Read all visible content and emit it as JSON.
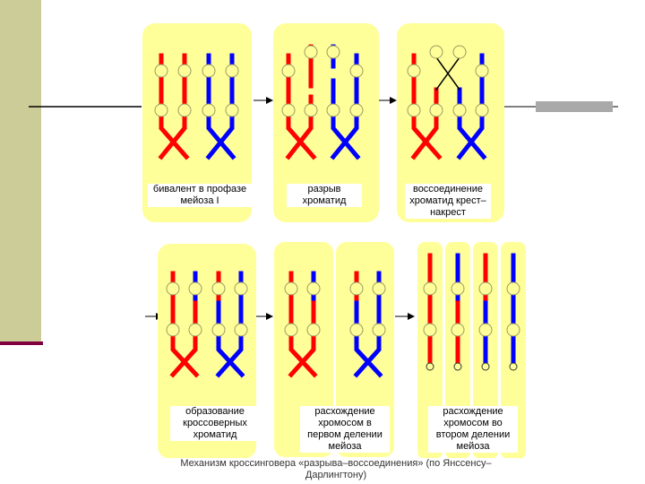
{
  "captions": {
    "bivalent": "бивалент в профазе мейоза I",
    "break": "разрыв хроматид",
    "rejoin": "воссоединение хроматид крест–накрест",
    "crossover": "образование кроссоверных хроматид",
    "meiosis1": "расхождение хромосом в первом делении мейоза",
    "meiosis2": "расхождение хромосом во втором делении мейоза"
  },
  "title": "Механизм кроссинговера «разрыва–воссоединения» (по Янссенсу–Дарлингтону)",
  "colors": {
    "panel": "#ffff99",
    "paternal": "#ff0000",
    "maternal": "#0000ff",
    "sidebar": "#cccc99",
    "accent_line": "#800040",
    "pointer_bar": "#a9a9a9"
  }
}
